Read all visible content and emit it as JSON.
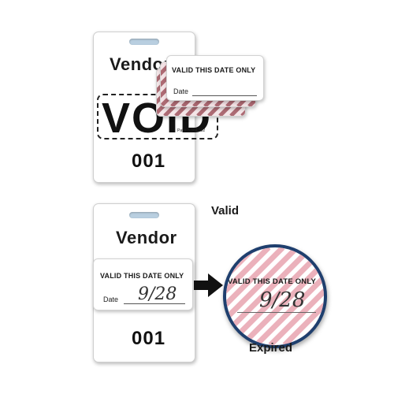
{
  "badge_top": {
    "title": "Vendor",
    "stamp": "VOID",
    "patent": "Pat # 5,364,132",
    "number": "001"
  },
  "sticker_top": {
    "heading": "VALID THIS DATE ONLY",
    "date_label": "Date"
  },
  "badge_bottom": {
    "title": "Vendor",
    "number": "001"
  },
  "sticker_bottom": {
    "heading": "VALID THIS DATE ONLY",
    "date_label": "Date",
    "handwritten_date": "9/28"
  },
  "zoom_circle": {
    "heading": "VALID THIS DATE ONLY",
    "handwritten_date": "9/28"
  },
  "labels": {
    "valid": "Valid",
    "expired": "Expired"
  },
  "colors": {
    "stripe": "#a0555f",
    "stripe_light": "#e9a9b4",
    "circle_border": "#1f3f6e",
    "slot": "#b9cfe0"
  },
  "icons": {
    "arrow": "right-arrow-icon"
  }
}
